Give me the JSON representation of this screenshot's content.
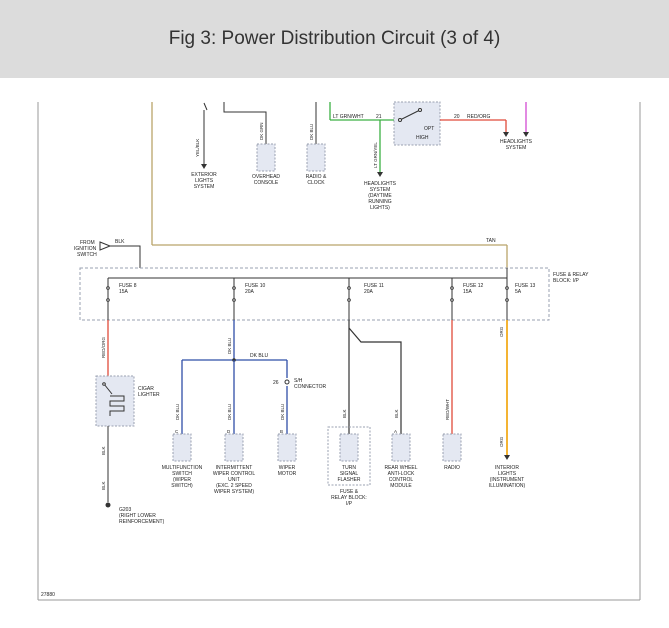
{
  "header": {
    "title": "Fig 3: Power Distribution Circuit (3 of 4)"
  },
  "colors": {
    "tan": "#b9a56a",
    "red": "#e04a3a",
    "blue": "#2f4fa8",
    "black": "#222222",
    "orange": "#f2a100",
    "green": "#3cb043",
    "magenta": "#d24ad2",
    "comp_fill": "#e4e8f2",
    "comp_border": "#9aa0b0"
  },
  "top": {
    "wire_lt_grn_wht": "LT GRN/WHT",
    "wire_red_org": "RED/ORG",
    "wire_num_21": "21",
    "wire_num_20": "20",
    "opt": "OPT",
    "high": "HIGH",
    "wire_lt_grn_yel": "LT GRN/YEL",
    "wire_dk_blu": "DK BLU",
    "wire_dk_grn": "DK GRN",
    "wire_yel_blk": "YEL/BLK",
    "exterior_lights": [
      "EXTERIOR",
      "LIGHTS",
      "SYSTEM"
    ],
    "overhead_console": [
      "OVERHEAD",
      "CONSOLE"
    ],
    "radio_clock": [
      "RADIO &",
      "CLOCK"
    ],
    "headlights_drl": [
      "HEADLIGHTS",
      "SYSTEM",
      "(DAYTIME",
      "RUNNING",
      "LIGHTS)"
    ],
    "headlights_system": [
      "HEADLIGHTS",
      "SYSTEM"
    ]
  },
  "ignition": {
    "from": [
      "FROM",
      "IGNITION",
      "SWITCH"
    ],
    "wire_blk": "BLK",
    "wire_tan": "TAN"
  },
  "fuse_block": {
    "label": [
      "FUSE & RELAY",
      "BLOCK: I/P"
    ],
    "fuses": [
      {
        "name": "FUSE 8",
        "rating": "15A"
      },
      {
        "name": "FUSE 10",
        "rating": "20A"
      },
      {
        "name": "FUSE 11",
        "rating": "20A"
      },
      {
        "name": "FUSE 12",
        "rating": "15A"
      },
      {
        "name": "FUSE 13",
        "rating": "5A"
      }
    ]
  },
  "wires": {
    "red_org_cig": "RED/ORG",
    "dk_blu_bus": "DK BLU",
    "dk_blu_bus_label": "DK BLU",
    "blk_turn": "BLK",
    "blk_abs": "BLK",
    "red_wht_radio": "RED/WHT",
    "org_illum": "ORG",
    "blk_ground": "BLK",
    "blk_ground2": "BLK",
    "dk_blu_a": "DK BLU",
    "dk_blu_b": "DK BLU",
    "dk_blu_c": "DK BLU"
  },
  "connector": {
    "num": "26",
    "label": [
      "S/H",
      "CONNECTOR"
    ]
  },
  "cigar": [
    "CIGAR",
    "LIGHTER"
  ],
  "components": {
    "multifunction": [
      "MULTIFUNCTION",
      "SWITCH",
      "(WIPER",
      "SWITCH)"
    ],
    "intermittent": [
      "INTERMITTENT",
      "WIPER CONTROL",
      "UNIT",
      "(EXC. 2 SPEED",
      "WIPER SYSTEM)"
    ],
    "wiper_motor": [
      "WIPER",
      "MOTOR"
    ],
    "turn_signal": [
      "TURN",
      "SIGNAL",
      "FLASHER",
      "FUSE &",
      "RELAY BLOCK:",
      "I/P"
    ],
    "rear_wheel": [
      "REAR WHEEL",
      "ANTI-LOCK",
      "CONTROL",
      "MODULE"
    ],
    "radio": [
      "RADIO"
    ],
    "interior_lights": [
      "INTERIOR",
      "LIGHTS",
      "(INSTRUMENT",
      "ILLUMINATION)"
    ]
  },
  "pins": {
    "a": "A",
    "b": "B",
    "c": "C",
    "d": "D"
  },
  "ground": {
    "id": "G203",
    "desc": [
      "(RIGHT LOWER",
      "REINFORCEMENT)"
    ]
  },
  "figure_id": "27880"
}
